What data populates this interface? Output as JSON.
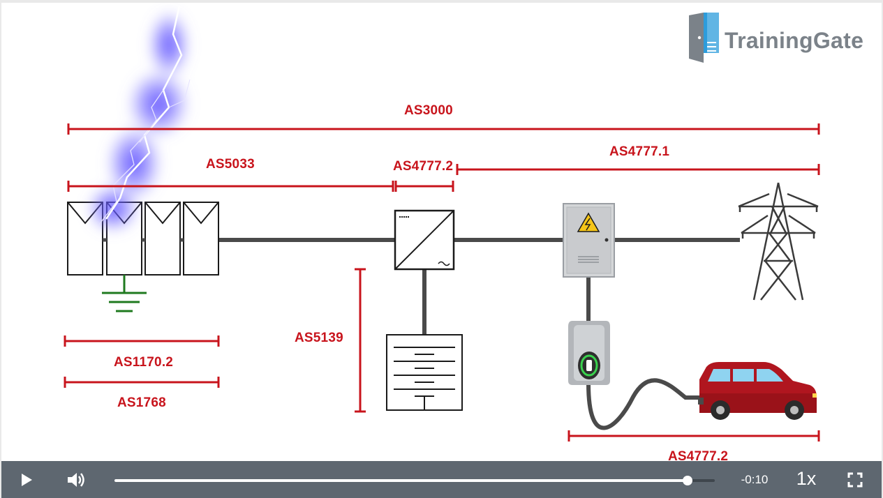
{
  "brand": {
    "name": "TrainingGate",
    "logo_color": "#7b8289",
    "door_color": "#2d9cdb"
  },
  "diagram": {
    "line_color": "#c8141c",
    "standards": {
      "as3000": "AS3000",
      "as5033": "AS5033",
      "as4777_2_top": "AS4777.2",
      "as4777_1": "AS4777.1",
      "as5139": "AS5139",
      "as1170_2": "AS1170.2",
      "as1768": "AS1768",
      "as4777_2_bottom": "AS4777.2"
    },
    "components": [
      "solar-panel-array",
      "earth-ground",
      "lightning-bolt",
      "inverter",
      "battery-storage",
      "switchboard",
      "transmission-tower",
      "ev-charger",
      "electric-car"
    ]
  },
  "player": {
    "play_icon": "play-icon",
    "volume_icon": "volume-icon",
    "fullscreen_icon": "fullscreen-icon",
    "time_remaining": "-0:10",
    "playback_speed": "1x",
    "progress": 0.955,
    "bar_color": "#5e6770"
  }
}
